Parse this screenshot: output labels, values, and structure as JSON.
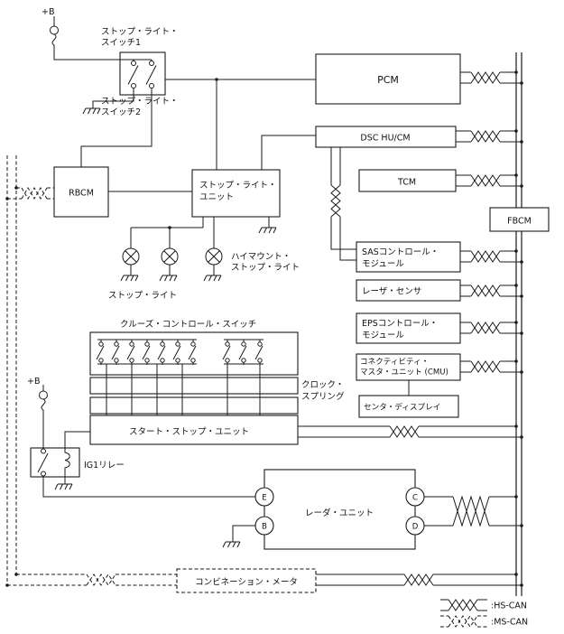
{
  "power": {
    "top": "+B",
    "mid": "+B"
  },
  "switches": {
    "stop_light_switch1": {
      "line1": "ストップ・ライト・",
      "line2": "スイッチ1"
    },
    "stop_light_switch2": {
      "line1": "ストップ・ライト・",
      "line2": "スイッチ2"
    },
    "cruise_control_switch": "クルーズ・コントロール・スイッチ"
  },
  "modules": {
    "pcm": "PCM",
    "dsc": "DSC HU/CM",
    "tcm": "TCM",
    "fbcm": "FBCM",
    "rbcm": "RBCM",
    "stop_light_unit": {
      "line1": "ストップ・ライト・",
      "line2": "ユニット"
    },
    "sas": {
      "line1": "SASコントロール・",
      "line2": "モジュール"
    },
    "laser_sensor": "レーザ・センサ",
    "eps": {
      "line1": "EPSコントロール・",
      "line2": "モジュール"
    },
    "cmu": {
      "line1": "コネクティビティ・",
      "line2": "マスタ・ユニット (CMU)"
    },
    "center_display": "センタ・ディスプレイ",
    "clock_spring": {
      "line1": "クロック・",
      "line2": "スプリング"
    },
    "start_stop_unit": "スタート・ストップ・ユニット",
    "ig1_relay": "IG1リレー",
    "radar_unit": "レーダ・ユニット",
    "combination_meter": "コンビネーション・メータ"
  },
  "lights": {
    "stop_light": "ストップ・ライト",
    "high_mount": {
      "line1": "ハイマウント・",
      "line2": "ストップ・ライト"
    }
  },
  "connectors": {
    "e": "E",
    "b": "B",
    "c": "C",
    "d": "D"
  },
  "legend": {
    "hs_can": ":HS-CAN",
    "ms_can": ":MS-CAN"
  },
  "colors": {
    "line": "#1a1a1a",
    "background": "#ffffff"
  }
}
